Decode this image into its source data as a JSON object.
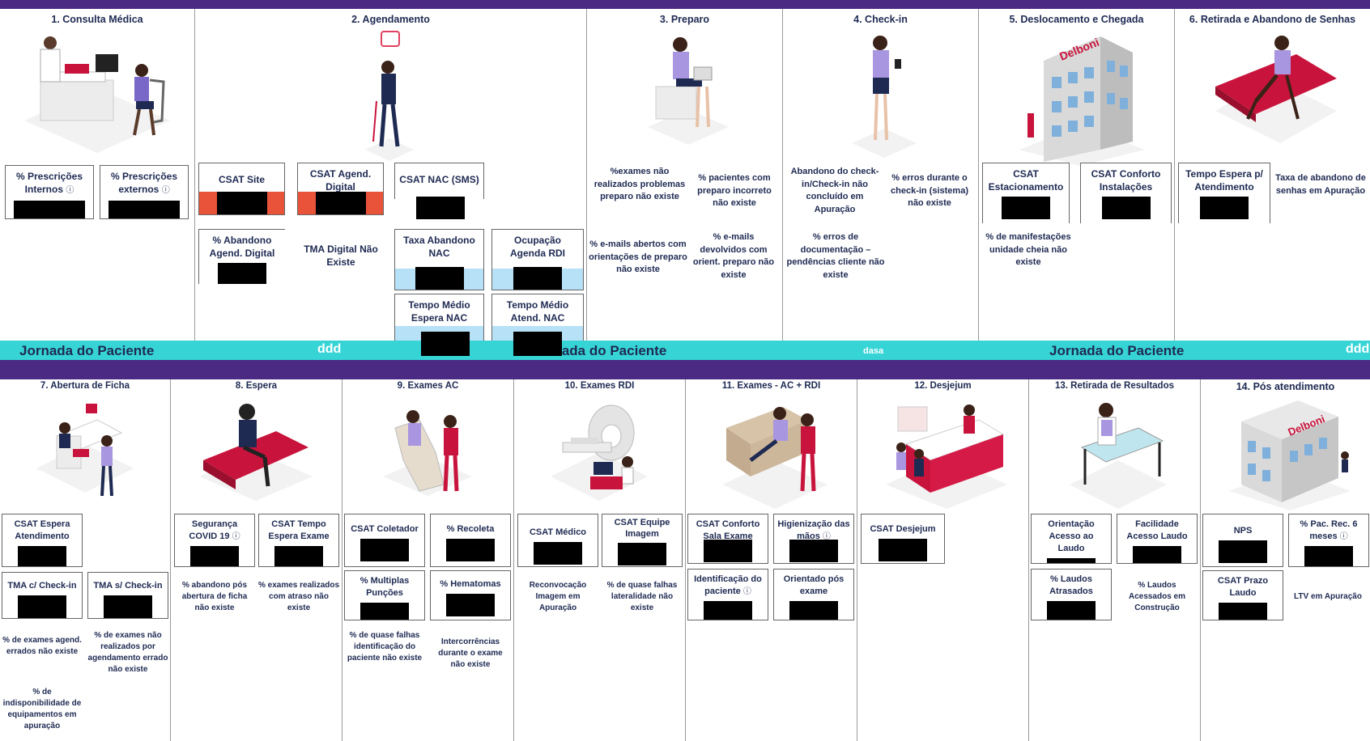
{
  "band": {
    "title": "Jornada do Paciente",
    "logo": "dasa",
    "logo_small": "ddd"
  },
  "colors": {
    "purple": "#4a2a82",
    "teal": "#37d4d6",
    "navy": "#1e2a52",
    "red": "#e8533a",
    "light_blue": "#b7e1f7",
    "crimson": "#c8143c"
  },
  "icons": {
    "info": "ⓘ"
  },
  "stages": {
    "s1": {
      "title": "1. Consulta Médica",
      "cards": {
        "c1": "% Prescrições Internos",
        "c2": "% Prescrições externos"
      }
    },
    "s2": {
      "title": "2. Agendamento",
      "cards": {
        "c1": "CSAT Site",
        "c2": "CSAT Agend. Digital",
        "c3": "CSAT NAC (SMS)",
        "c4": "% Abandono Agend. Digital",
        "c5": "Taxa Abandono NAC",
        "c6": "Ocupação Agenda RDI",
        "c7": "Tempo Médio Espera NAC",
        "c8": "Tempo Médio Atend. NAC"
      },
      "notes": {
        "n1": "TMA Digital Não Existe"
      }
    },
    "s3": {
      "title": "3. Preparo",
      "notes": {
        "n1": "%exames não realizados problemas preparo não existe",
        "n2": "% pacientes com preparo incorreto não existe",
        "n3": "% e-mails abertos com orientações de preparo não existe",
        "n4": "% e-mails devolvidos com orient. preparo não existe"
      }
    },
    "s4": {
      "title": "4. Check-in",
      "notes": {
        "n1": "Abandono do check-in/Check-in não concluído em Apuração",
        "n2": "% erros durante o check-in (sistema) não existe",
        "n3": "% erros de documentação – pendências cliente não existe"
      }
    },
    "s5": {
      "title": "5. Deslocamento e Chegada",
      "cards": {
        "c1": "CSAT Estacionamento",
        "c2": "CSAT Conforto Instalações"
      },
      "notes": {
        "n1": "% de manifestações unidade cheia não existe"
      },
      "building": "Delboni"
    },
    "s6": {
      "title": "6. Retirada e Abandono de Senhas",
      "cards": {
        "c1": "Tempo Espera p/ Atendimento"
      },
      "notes": {
        "n1": "Taxa de abandono de senhas em Apuração"
      }
    },
    "s7": {
      "title": "7. Abertura de Ficha",
      "cards": {
        "c1": "CSAT Espera Atendimento",
        "c2": "TMA c/ Check-in",
        "c3": "TMA s/ Check-in"
      },
      "notes": {
        "n1": "% de exames agend. errados não existe",
        "n2": "% de exames não realizados por agendamento errado não existe",
        "n3": "% de indisponibilidade de equipamentos em apuração"
      }
    },
    "s8": {
      "title": "8. Espera",
      "cards": {
        "c1": "Segurança COVID 19",
        "c2": "CSAT Tempo Espera Exame"
      },
      "notes": {
        "n1": "% abandono pós abertura de ficha não existe",
        "n2": "% exames realizados com atraso não existe"
      }
    },
    "s9": {
      "title": "9. Exames AC",
      "cards": {
        "c1": "CSAT Coletador",
        "c2": "% Recoleta",
        "c3": "% Multiplas Punções",
        "c4": "% Hematomas"
      },
      "notes": {
        "n1": "% de quase falhas identificação do paciente não existe",
        "n2": "Intercorrências durante o exame não existe"
      }
    },
    "s10": {
      "title": "10. Exames RDI",
      "cards": {
        "c1": "CSAT Médico",
        "c2": "CSAT Equipe Imagem"
      },
      "notes": {
        "n1": "Reconvocação Imagem em Apuração",
        "n2": "% de quase falhas lateralidade não existe"
      }
    },
    "s11": {
      "title": "11. Exames - AC + RDI",
      "cards": {
        "c1": "CSAT Conforto Sala Exame",
        "c2": "Higienização das mãos",
        "c3": "Identificação do paciente",
        "c4": "Orientado pós exame"
      }
    },
    "s12": {
      "title": "12. Desjejum",
      "cards": {
        "c1": "CSAT Desjejum"
      }
    },
    "s13": {
      "title": "13. Retirada de Resultados",
      "cards": {
        "c1": "Orientação Acesso ao Laudo",
        "c2": "Facilidade Acesso Laudo",
        "c3": "% Laudos Atrasados"
      },
      "notes": {
        "n1": "% Laudos Acessados em Construção"
      }
    },
    "s14": {
      "title": "14. Pós atendimento",
      "cards": {
        "c1": "NPS",
        "c2": "% Pac. Rec. 6 meses",
        "c3": "CSAT Prazo Laudo"
      },
      "notes": {
        "n1": "LTV em Apuração"
      },
      "building": "Delboni"
    }
  }
}
